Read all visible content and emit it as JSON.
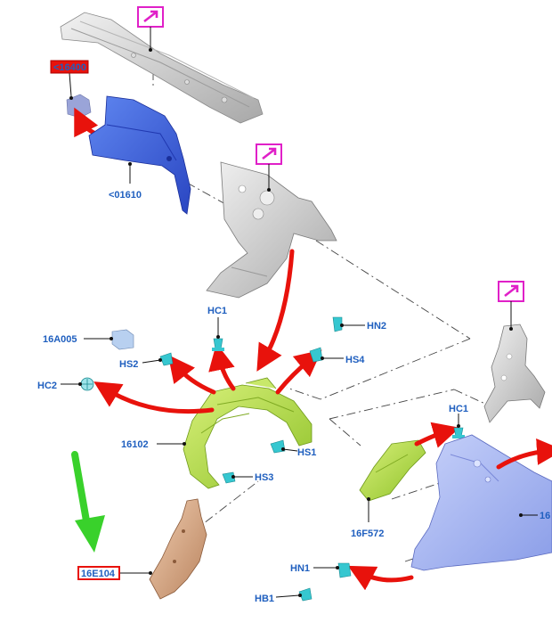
{
  "labels": {
    "part_16a005": "16A005",
    "part_hc1_upper": "HC1",
    "part_hn2": "HN2",
    "part_hs2": "HS2",
    "part_hs4": "HS4",
    "part_hc2": "HC2",
    "part_16102": "16102",
    "part_hs1": "HS1",
    "part_hs3": "HS3",
    "part_16e104": "16E104",
    "part_01610": "<01610",
    "part_top_boxed": "<16400",
    "part_hc1_lower": "HC1",
    "part_16f572": "16F572",
    "part_16_right": "16",
    "part_hn1": "HN1",
    "part_hb1": "HB1"
  },
  "icons": {
    "magenta_marker": "external-link-arrow-icon"
  },
  "colors": {
    "label_text": "#1f5fbf",
    "highlight_box": "#e8120c",
    "magenta_marker": "#e020c8",
    "red_arrow": "#e8120c",
    "green_arrow": "#39d12b",
    "blue_part": "#3a5fd6",
    "green_part": "#a6d63a",
    "copper_part": "#d4a07a",
    "fender_part": "#a9b8f0",
    "grey_part": "#c9c9c9",
    "clip_part": "#36c7d0"
  }
}
